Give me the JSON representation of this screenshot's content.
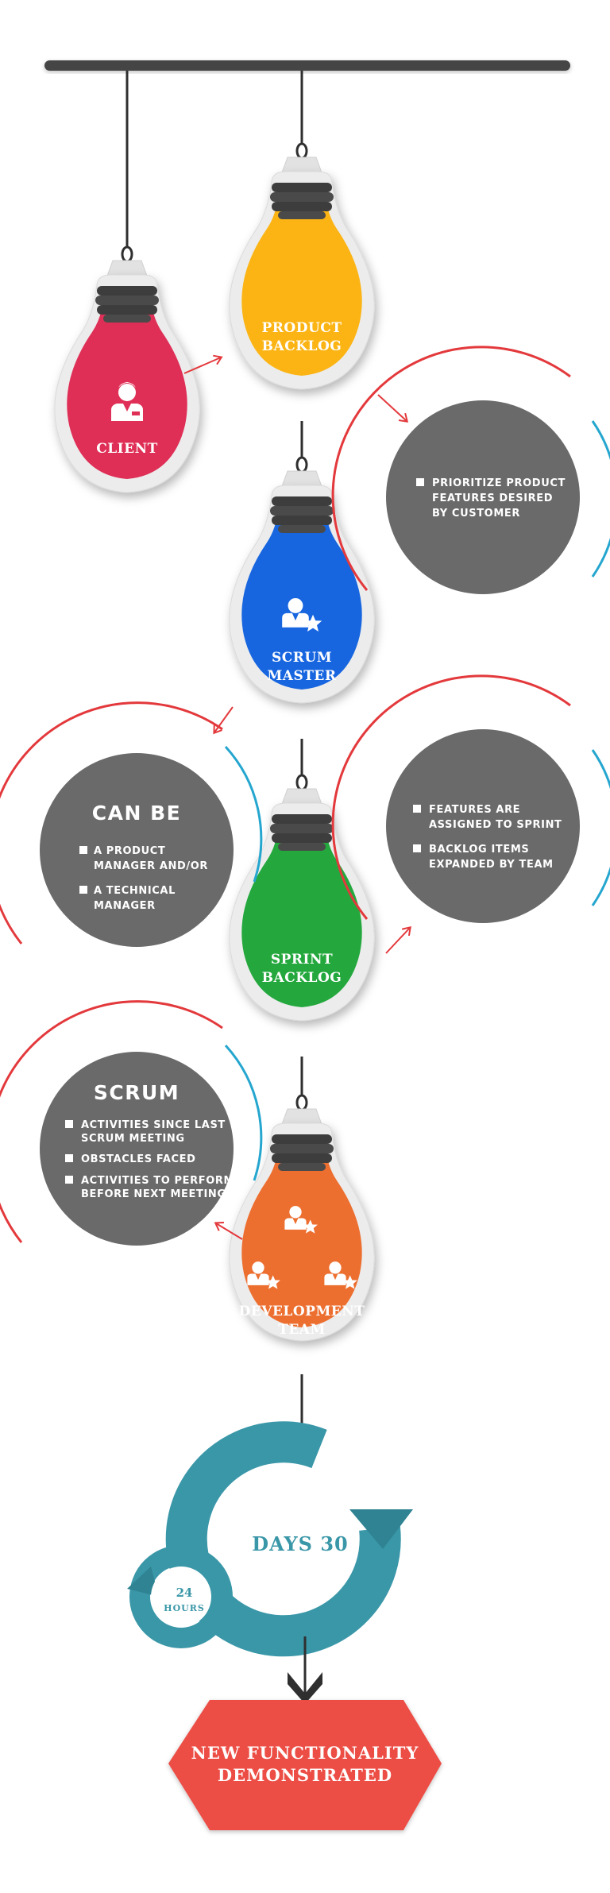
{
  "colors": {
    "client": "#df2f56",
    "product_backlog": "#fbb414",
    "scrum_master": "#1766e0",
    "sprint_backlog": "#24a83e",
    "development_team": "#ec6f30",
    "circle_gray": "#6a6a6a",
    "arc_red": "#e3393c",
    "arc_blue": "#25a6cf",
    "cycle_teal": "#3a97a8",
    "final_red": "#ec4d45",
    "dark": "#454545"
  },
  "bulbs": {
    "client": {
      "line1": "CLIENT",
      "icon": "client-person-icon"
    },
    "product_backlog": {
      "line1": "PRODUCT",
      "line2": "BACKLOG"
    },
    "scrum_master": {
      "line1": "SCRUM",
      "line2": "MASTER",
      "icon": "person-star-icon"
    },
    "sprint_backlog": {
      "line1": "SPRINT",
      "line2": "BACKLOG"
    },
    "development_team": {
      "line1": "DEVELOPMENT",
      "line2": "TEAM",
      "icon": "team-person-star-icon"
    }
  },
  "circles": {
    "prioritize": {
      "bullets": [
        [
          "PRIORITIZE PRODUCT",
          "FEATURES DESIRED",
          "BY CUSTOMER"
        ]
      ]
    },
    "can_be": {
      "heading": "CAN BE",
      "bullets": [
        [
          "A PRODUCT",
          "MANAGER AND/OR"
        ],
        [
          "A TECHNICAL",
          "MANAGER"
        ]
      ]
    },
    "features": {
      "bullets": [
        [
          "FEATURES ARE",
          "ASSIGNED TO SPRINT"
        ],
        [
          "BACKLOG ITEMS",
          "EXPANDED BY TEAM"
        ]
      ]
    },
    "scrum": {
      "heading": "SCRUM",
      "bullets": [
        [
          "ACTIVITIES SINCE LAST",
          "SCRUM MEETING"
        ],
        [
          "OBSTACLES FACED"
        ],
        [
          "ACTIVITIES TO PERFORM",
          "BEFORE NEXT MEETING"
        ]
      ]
    }
  },
  "cycle": {
    "big_label": "DAYS 30",
    "small_number": "24",
    "small_label": "HOURS"
  },
  "final": {
    "line1": "NEW FUNCTIONALITY",
    "line2": "DEMONSTRATED"
  }
}
